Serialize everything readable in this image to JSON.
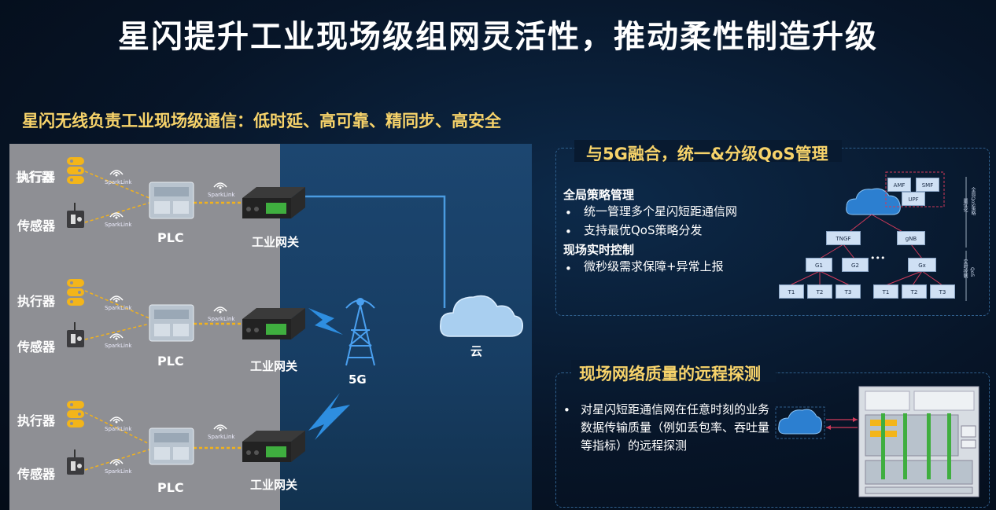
{
  "title": "星闪提升工业现场级组网灵活性，推动柔性制造升级",
  "subtitle": "星闪无线负责工业现场级通信：低时延、高可靠、精同步、高安全",
  "left": {
    "actuator": "执行器",
    "sensor": "传感器",
    "plc": "PLC",
    "gateway": "工业网关",
    "sparklink": "SparkLink",
    "tower": "5G",
    "cloud": "云"
  },
  "qos": {
    "title": "与5G融合，统一&分级QoS管理",
    "global_title": "全局策略管理",
    "global_items": [
      "统一管理多个星闪短距通信网",
      "支持最优QoS策略分发"
    ],
    "realtime_title": "现场实时控制",
    "realtime_items": [
      "微秒级需求保障+异常上报"
    ],
    "diagram": {
      "core_nodes": [
        "AMF",
        "SMF",
        "UPF"
      ],
      "mid_nodes": [
        "TNGF",
        "gNB"
      ],
      "left_children": [
        "G1",
        "G2"
      ],
      "right_child": "Gx",
      "leaves": [
        "T1",
        "T2",
        "T3"
      ],
      "ellipsis": "•••",
      "side_label_top": "全局QoS策略",
      "side_label_top2": "最优化",
      "side_label_bottom": "QoS",
      "side_label_bottom2": "实时控制"
    }
  },
  "probe": {
    "title": "现场网络质量的远程探测",
    "text": "对星闪短距通信网在任意时刻的业务数据传输质量（例如丢包率、吞吐量等指标）的远程探测"
  },
  "colors": {
    "accent_yellow": "#f7d36a",
    "link_dash": "#f2b21c",
    "panel_gray": "#8e8f94",
    "panel_blue": "#1c4670",
    "device_yellow": "#f3b51a"
  }
}
